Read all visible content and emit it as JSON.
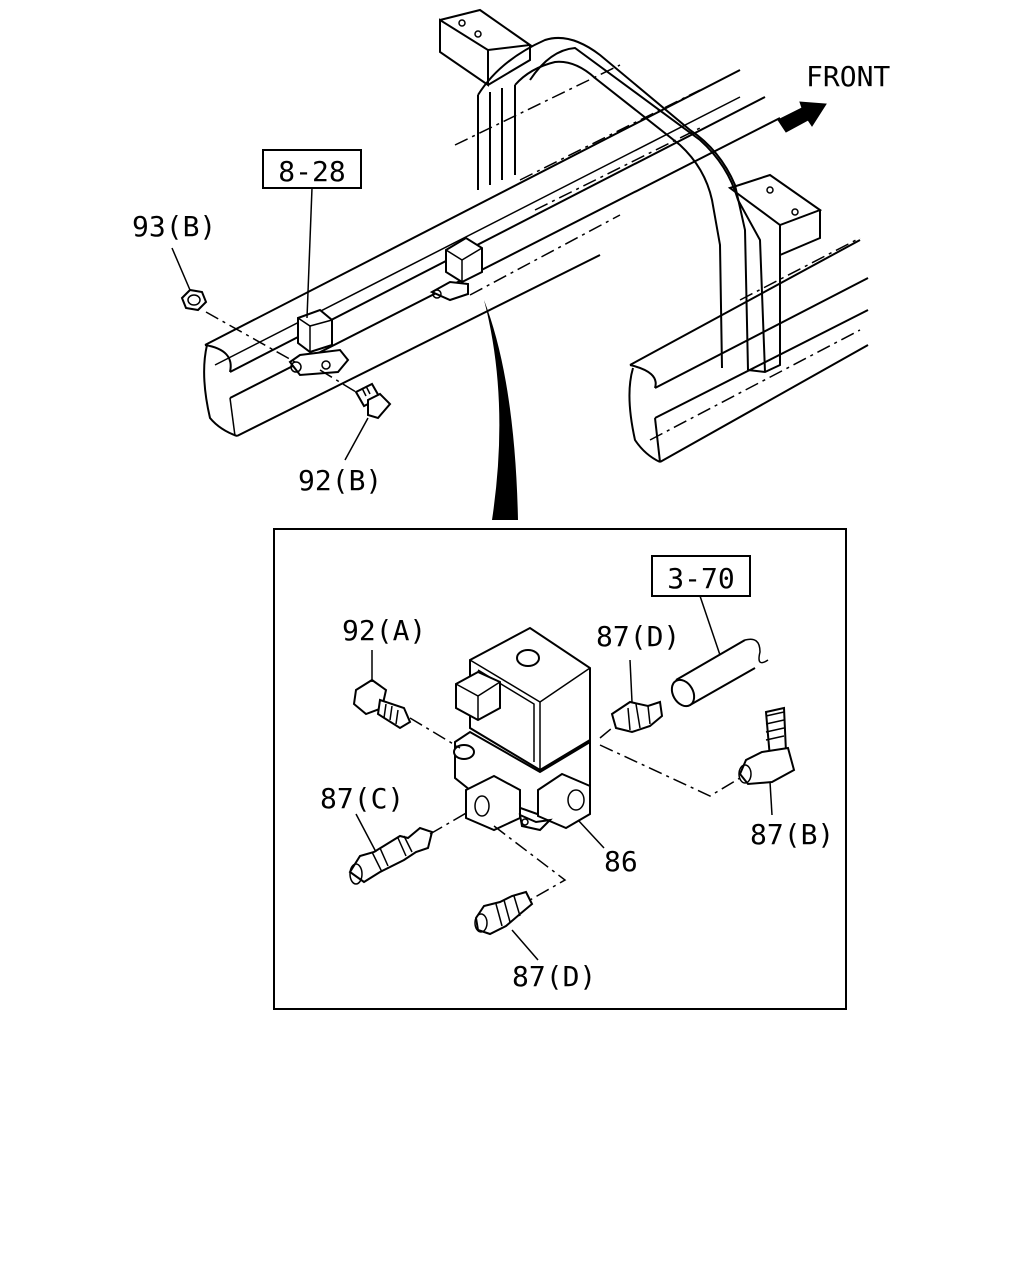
{
  "direction": {
    "label": "FRONT",
    "icon": "front-arrow-icon"
  },
  "references": {
    "top": "8-28",
    "detail": "3-70"
  },
  "callouts": {
    "nut_b": "93(B)",
    "bolt_b": "92(B)",
    "bolt_a": "92(A)",
    "fitting_d_top": "87(D)",
    "fitting_c": "87(C)",
    "fitting_b": "87(B)",
    "valve": "86",
    "fitting_d_bottom": "87(D)"
  },
  "colors": {
    "line": "#000000",
    "background": "#ffffff"
  }
}
